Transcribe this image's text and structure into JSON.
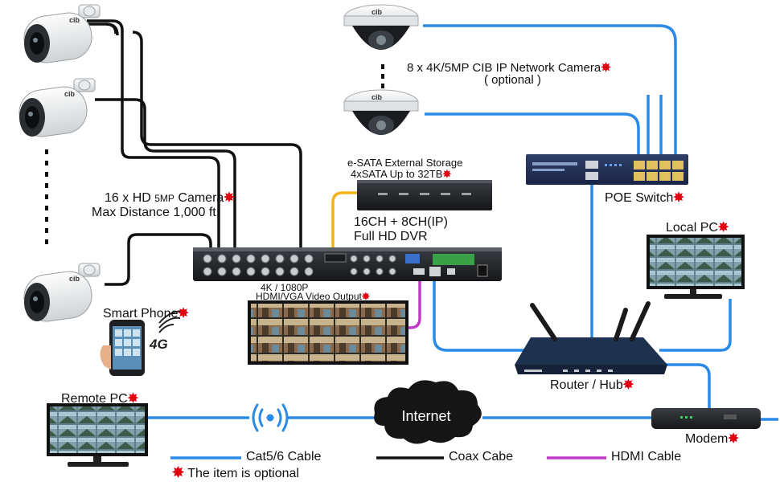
{
  "labels": {
    "ip_camera_line1": "8 x 4K/5MP CIB IP Network Camera",
    "ip_camera_line2": "( optional )",
    "esata_line1": "e-SATA External Storage",
    "esata_line2": "4xSATA Up to 32TB",
    "poe_switch": "POE Switch",
    "hd_camera_line1_a": "16 x HD ",
    "hd_camera_line1_b": "5MP",
    "hd_camera_line1_c": " Camera",
    "hd_camera_line2": "Max Distance 1,000 ft",
    "dvr_line1": "16CH + 8CH(IP)",
    "dvr_line2": "Full HD DVR",
    "local_pc": "Local PC",
    "video_output_line1": "4K / 1080P",
    "video_output_line2": "HDMI/VGA Video Output",
    "smart_phone": "Smart Phone",
    "phone_network": "4G",
    "router": "Router / Hub",
    "remote_pc": "Remote PC",
    "internet": "Internet",
    "modem": "Modem",
    "camera_brand": "cib"
  },
  "legend": {
    "cat_cable": "Cat5/6 Cable",
    "coax_cable": "Coax Cabe",
    "hdmi_cable": "HDMI Cable",
    "optional_note": "The item is optional"
  },
  "colors": {
    "cat_cable": "#2a8ae8",
    "coax_cable": "#111111",
    "hdmi_cable": "#c23ac8",
    "yellow_cable": "#f2b418",
    "optional_star": "#e00010"
  },
  "icons": {
    "optional_marker": "red-star",
    "wireless": "wifi-signal-arcs"
  }
}
